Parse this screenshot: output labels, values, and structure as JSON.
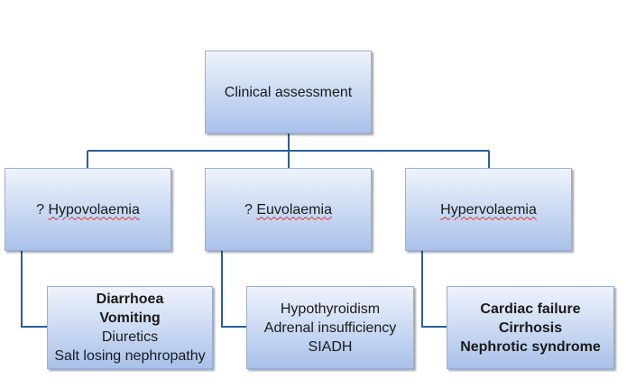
{
  "root": {
    "label": "Clinical assessment"
  },
  "categories": [
    {
      "prefix": "? ",
      "label": "Hypovolaemia",
      "causes": [
        {
          "text": "Diarrhoea",
          "bold": true
        },
        {
          "text": "Vomiting",
          "bold": true
        },
        {
          "text": "Diuretics",
          "bold": false
        },
        {
          "text": "Salt losing nephropathy",
          "bold": false
        }
      ]
    },
    {
      "prefix": "? ",
      "label": "Euvolaemia",
      "causes": [
        {
          "text": "Hypothyroidism",
          "bold": false
        },
        {
          "text": "Adrenal insufficiency",
          "bold": false
        },
        {
          "text": "SIADH",
          "bold": false
        }
      ]
    },
    {
      "prefix": "",
      "label": "Hypervolaemia",
      "causes": [
        {
          "text": "Cardiac failure",
          "bold": true
        },
        {
          "text": "Cirrhosis",
          "bold": true
        },
        {
          "text": "Nephrotic syndrome",
          "bold": true
        }
      ]
    }
  ],
  "colors": {
    "connector": "#2f5f8f",
    "box_border": "#9aaed0",
    "box_fill_top": "#eef3fc",
    "box_fill_bottom": "#a9c1ea"
  }
}
